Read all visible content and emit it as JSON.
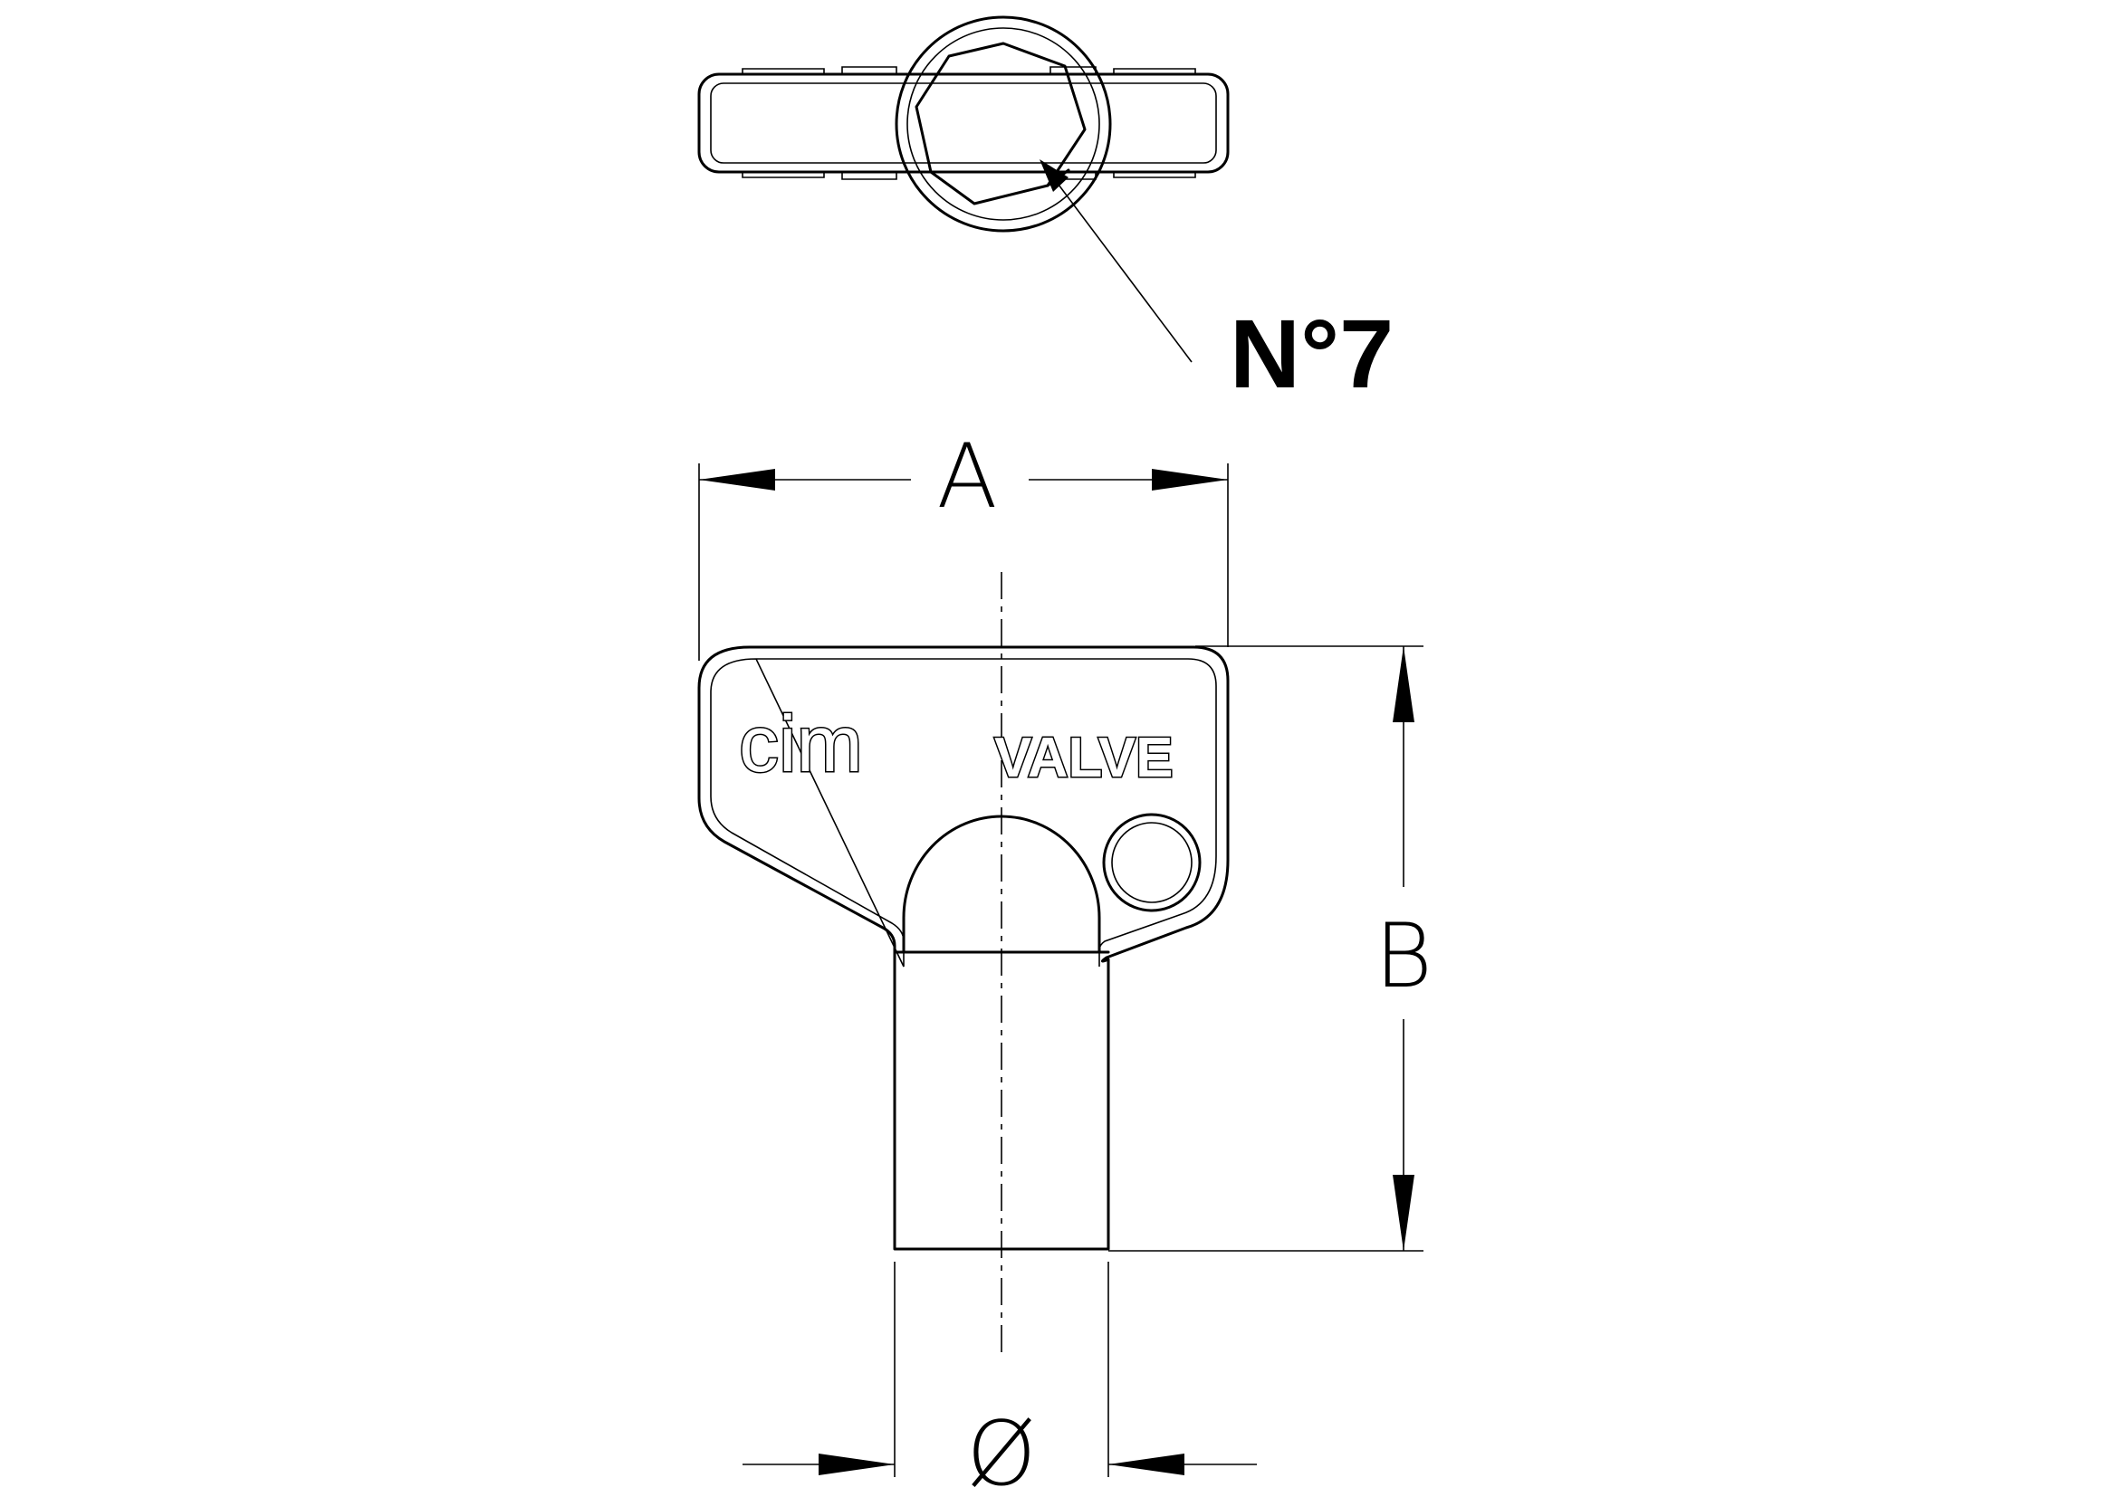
{
  "drawing": {
    "callout_label": "N°7",
    "dimension_width": "A",
    "dimension_height": "B",
    "dimension_diameter": "Ø",
    "brand_logo": "cim",
    "brand_text": "VALVE"
  },
  "colors": {
    "line": "#000000",
    "background": "#ffffff"
  }
}
